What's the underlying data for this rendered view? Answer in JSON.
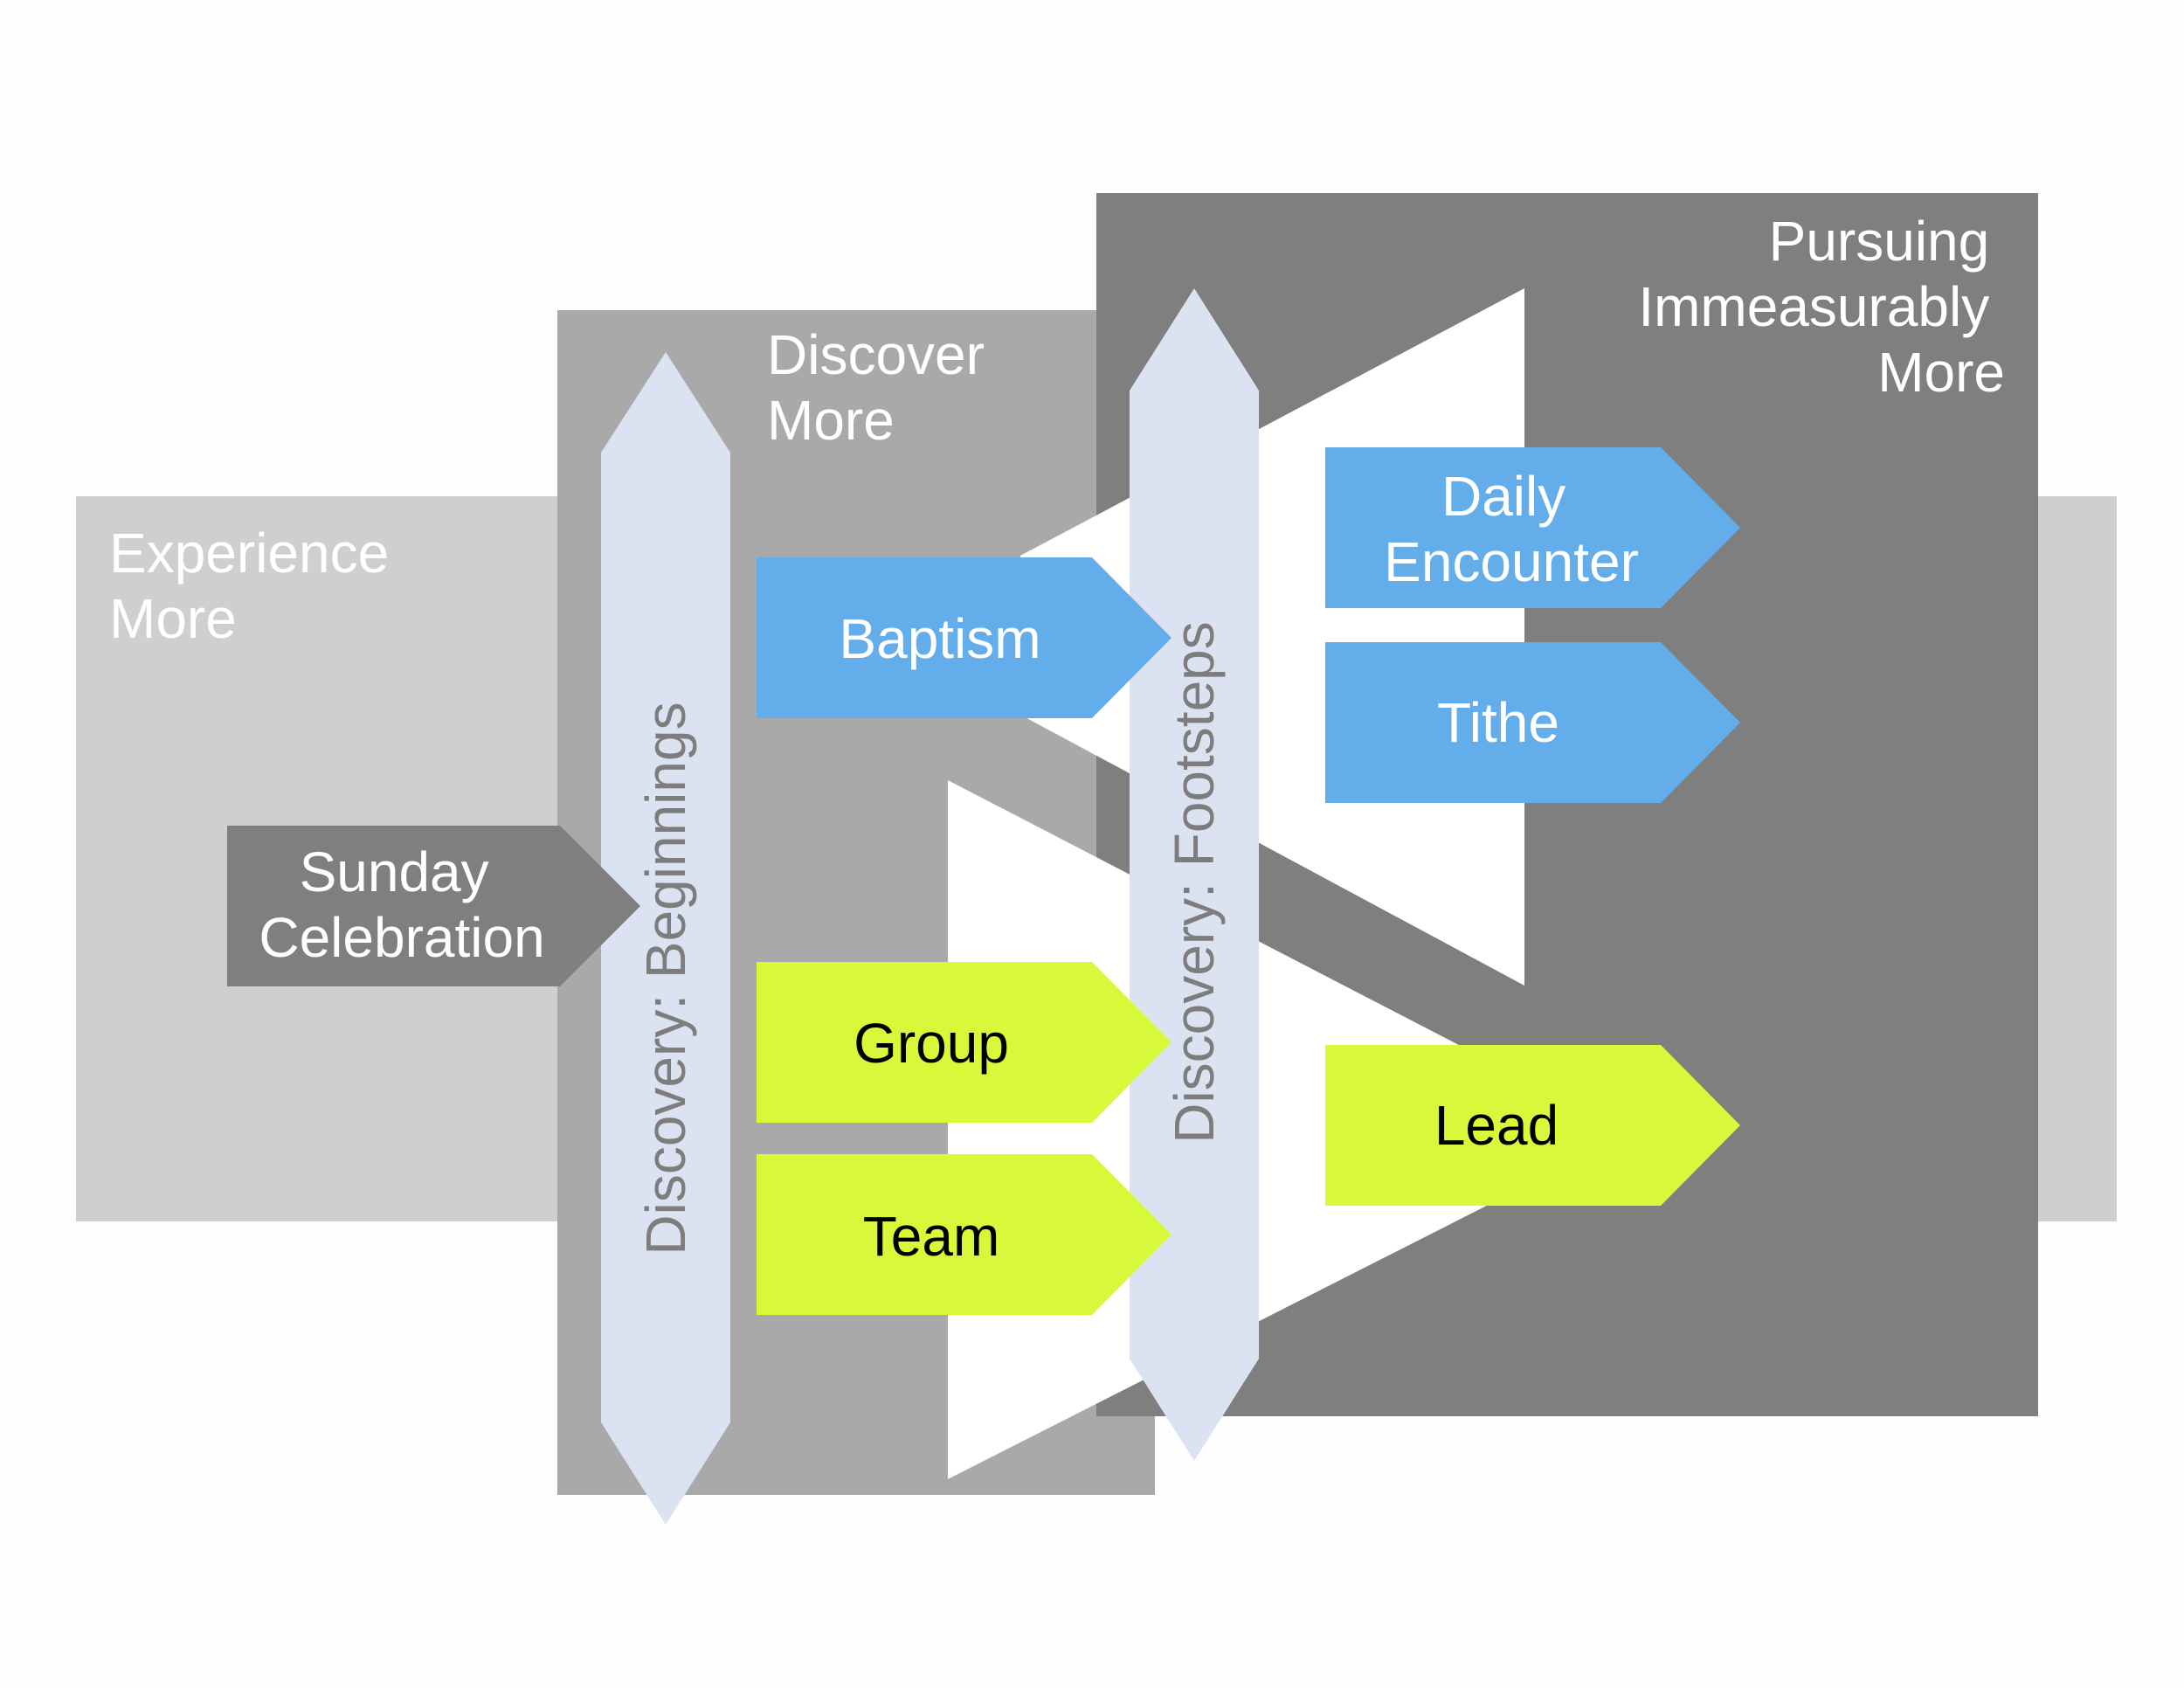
{
  "colors": {
    "zone_experience": "#d0cfd0",
    "zone_discover": "#aaa9aa",
    "zone_pursuing": "#7f7f7f",
    "white_funnel": "#ffffff",
    "discovery_bar": "#dbe2f1",
    "blue_step": "#63aeea",
    "green_step": "#d8f93a",
    "sunday_step": "#7f7f7f",
    "label_on_dark": "#ffffff",
    "label_on_green": "#000000",
    "label_on_bar": "#7d7d7d"
  },
  "zones": {
    "experience": {
      "line1": "Experience",
      "line2": "More"
    },
    "discover": {
      "line1": "Discover",
      "line2": "More"
    },
    "pursuing": {
      "line1": "Pursuing",
      "line2": "Immeasurably",
      "line3": "More"
    }
  },
  "bars": {
    "beginnings": "Discovery: Beginnings",
    "footsteps": "Discovery: Footsteps"
  },
  "steps": {
    "sunday": {
      "line1": "Sunday",
      "line2": "Celebration"
    },
    "baptism": "Baptism",
    "group": "Group",
    "team": "Team",
    "daily": {
      "line1": "Daily",
      "line2": "Encounter"
    },
    "tithe": "Tithe",
    "lead": "Lead"
  }
}
